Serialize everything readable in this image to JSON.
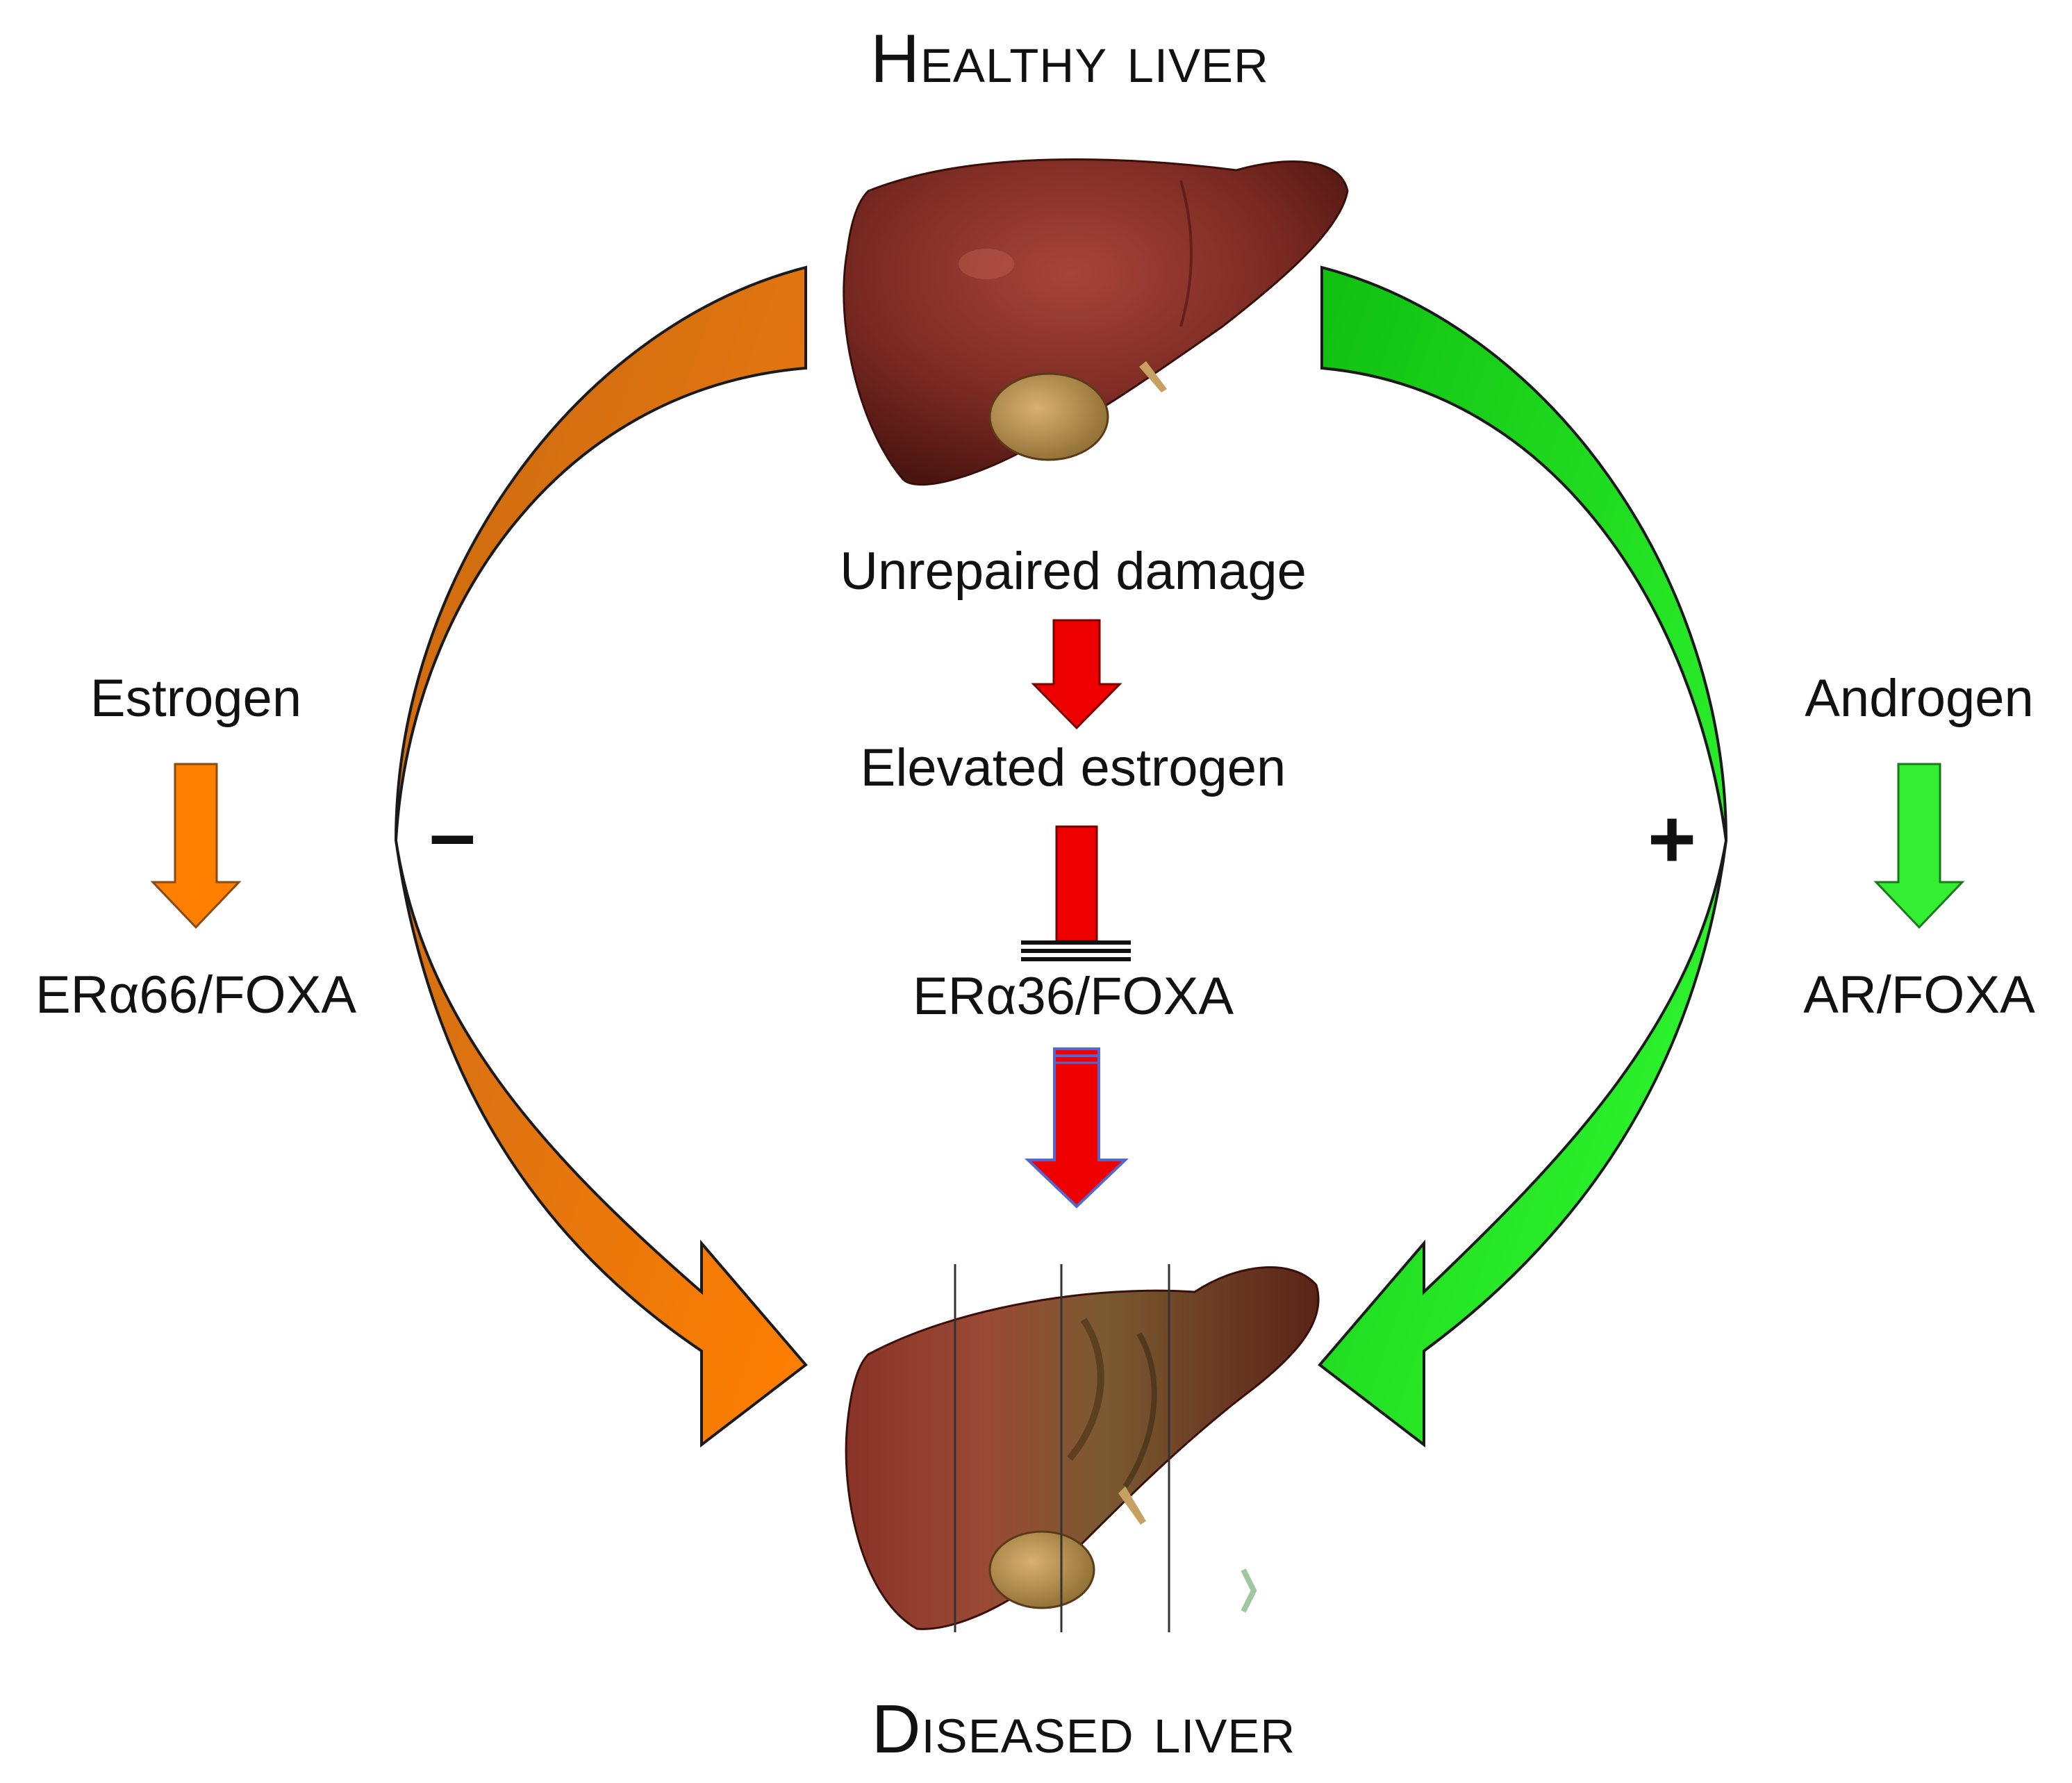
{
  "title_top": "Healthy liver",
  "title_bottom": "Diseased liver",
  "left": {
    "hormone": "Estrogen",
    "receptor": "ERα66/FOXA",
    "sign": "–"
  },
  "right": {
    "hormone": "Androgen",
    "receptor": "AR/FOXA",
    "sign": "+"
  },
  "center": {
    "step1": "Unrepaired damage",
    "step2": "Elevated estrogen",
    "step3": "ERα36/FOXA"
  },
  "colors": {
    "estrogen_arrow": "#f07c10",
    "androgen_arrow": "#22dd22",
    "pathway_arrow": "#ee0000",
    "liver": "#7a2a22"
  }
}
